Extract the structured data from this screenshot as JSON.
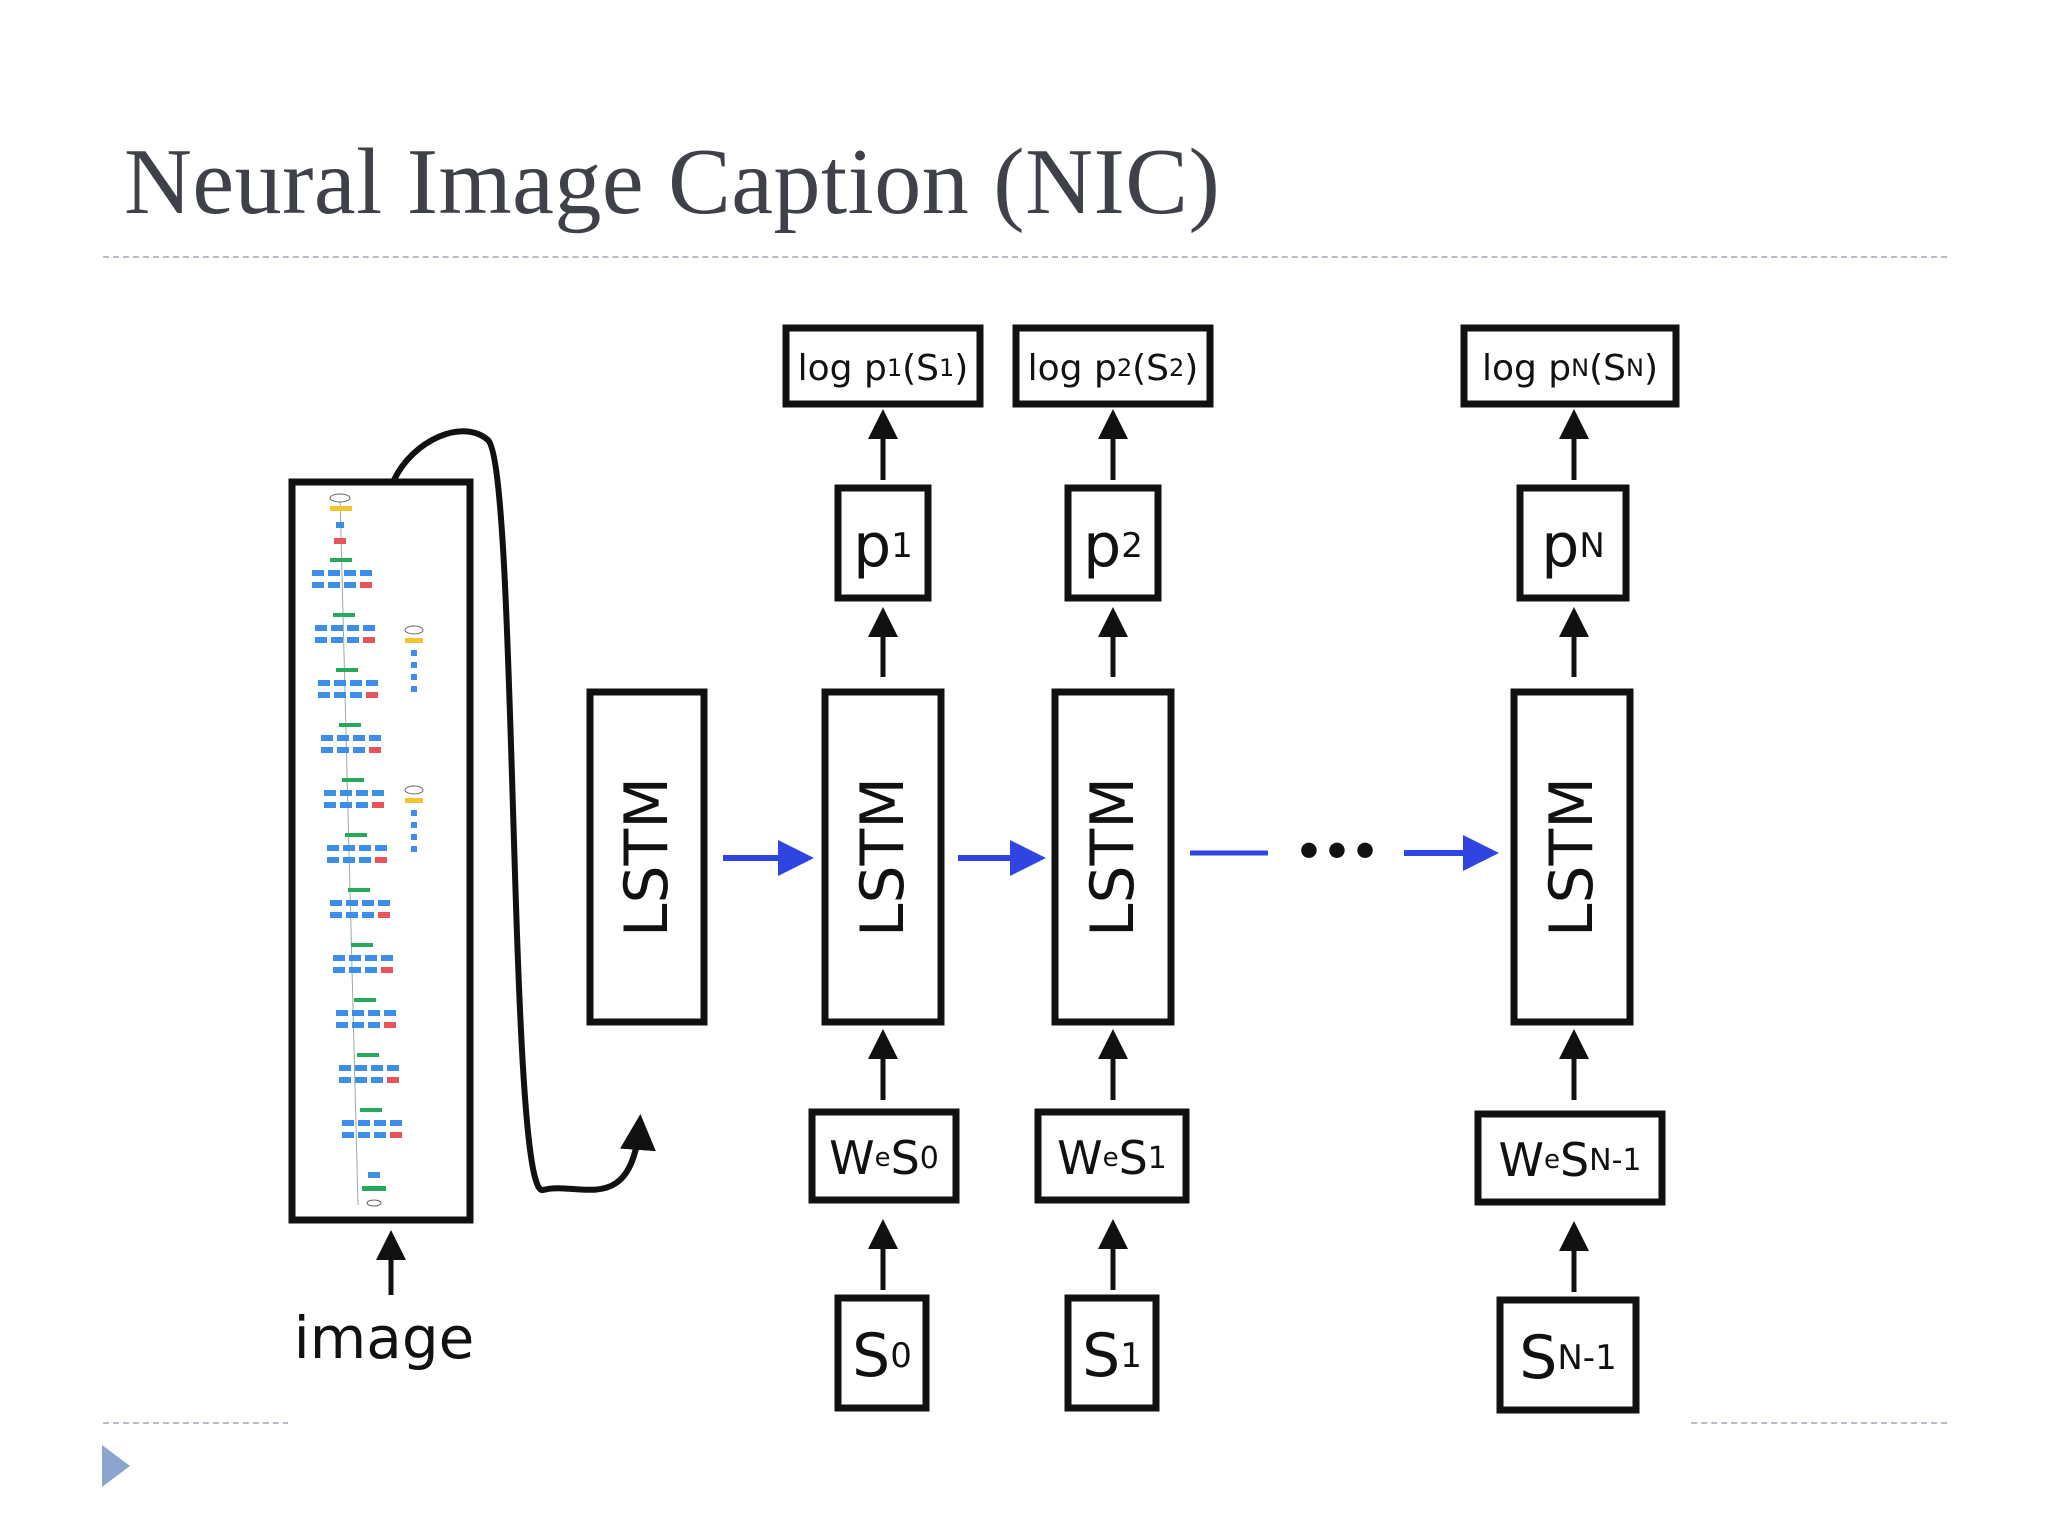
{
  "slide": {
    "title": "Neural Image Caption (NIC)"
  },
  "colors": {
    "title": "#3f4148",
    "divider": "#b9bcc4",
    "recurrent_arrow": "#2f44e0",
    "nav_triangle": "#8da4cf",
    "cnn_conv": "#3c8ee8",
    "cnn_concat": "#27a85a",
    "cnn_pool": "#e8545a",
    "cnn_output": "#f4c430"
  },
  "diagram": {
    "image_label": "image",
    "ellipsis": "•••",
    "init_lstm": {
      "label": "LSTM"
    },
    "steps": [
      {
        "log": {
          "base": "log p",
          "sub1": "1",
          "mid": "(S",
          "sub2": "1",
          "end": ")"
        },
        "prob": {
          "base": "p",
          "sub": "1"
        },
        "lstm": "LSTM",
        "emb": {
          "base": "W",
          "sub1": "e",
          "mid": "S",
          "sub2": "0"
        },
        "word": {
          "base": "S",
          "sub": "0"
        }
      },
      {
        "log": {
          "base": "log p",
          "sub1": "2",
          "mid": "(S",
          "sub2": "2",
          "end": ")"
        },
        "prob": {
          "base": "p",
          "sub": "2"
        },
        "lstm": "LSTM",
        "emb": {
          "base": "W",
          "sub1": "e",
          "mid": "S",
          "sub2": "1"
        },
        "word": {
          "base": "S",
          "sub": "1"
        }
      },
      {
        "log": {
          "base": "log p",
          "sub1": "N",
          "mid": "(S",
          "sub2": "N",
          "end": ")"
        },
        "prob": {
          "base": "p",
          "sub": "N"
        },
        "lstm": "LSTM",
        "emb": {
          "base": "W",
          "sub1": "e",
          "mid": "S",
          "sub2": "N-1"
        },
        "word": {
          "base": "S",
          "sub": "N-1"
        }
      }
    ]
  }
}
